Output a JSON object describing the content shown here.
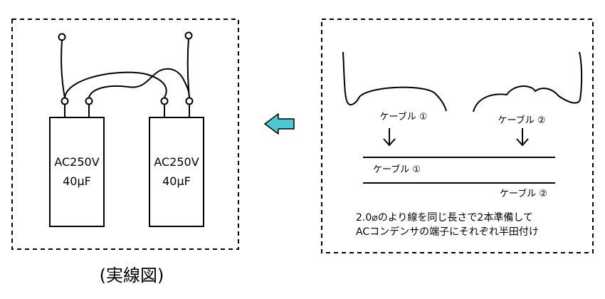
{
  "caption": "(実線図)",
  "left_panel": {
    "capacitors": [
      {
        "voltage": "AC250V",
        "capacitance": "40μF"
      },
      {
        "voltage": "AC250V",
        "capacitance": "40μF"
      }
    ]
  },
  "right_panel": {
    "cable1_label": "ケーブル ①",
    "cable2_label": "ケーブル ②",
    "cable1_line_label": "ケーブル ①",
    "cable2_line_label": "ケーブル ②",
    "note_line1": "2.0⌀のより線を同じ長さで2本準備して",
    "note_line2": "ACコンデンサの端子にそれぞれ半田付け"
  },
  "colors": {
    "arrow_fill": "#4bc8d0",
    "stroke": "#000000"
  },
  "icons": {
    "transition_arrow": "left-arrow-icon",
    "down_arrow": "down-arrow-icon"
  }
}
